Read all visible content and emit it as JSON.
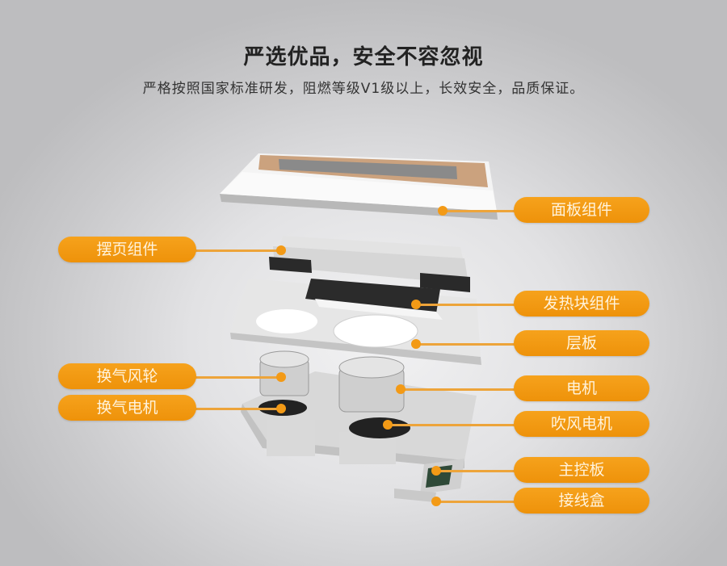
{
  "header": {
    "title": "严选优品，安全不容忽视",
    "subtitle": "严格按照国家标准研发，阻燃等级V1级以上，长效安全，品质保证。"
  },
  "labels": {
    "right": [
      {
        "id": "panel",
        "text": "面板组件"
      },
      {
        "id": "heater",
        "text": "发热块组件"
      },
      {
        "id": "layer-board",
        "text": "层板"
      },
      {
        "id": "motor",
        "text": "电机"
      },
      {
        "id": "blower-motor",
        "text": "吹风电机"
      },
      {
        "id": "main-board",
        "text": "主控板"
      },
      {
        "id": "junction-box",
        "text": "接线盒"
      }
    ],
    "left": [
      {
        "id": "louver",
        "text": "摆页组件"
      },
      {
        "id": "vent-wheel",
        "text": "换气风轮"
      },
      {
        "id": "vent-motor",
        "text": "换气电机"
      }
    ]
  },
  "colors": {
    "accent": "#f39a16",
    "pill_text": "#fff3dc",
    "title": "#222222"
  }
}
